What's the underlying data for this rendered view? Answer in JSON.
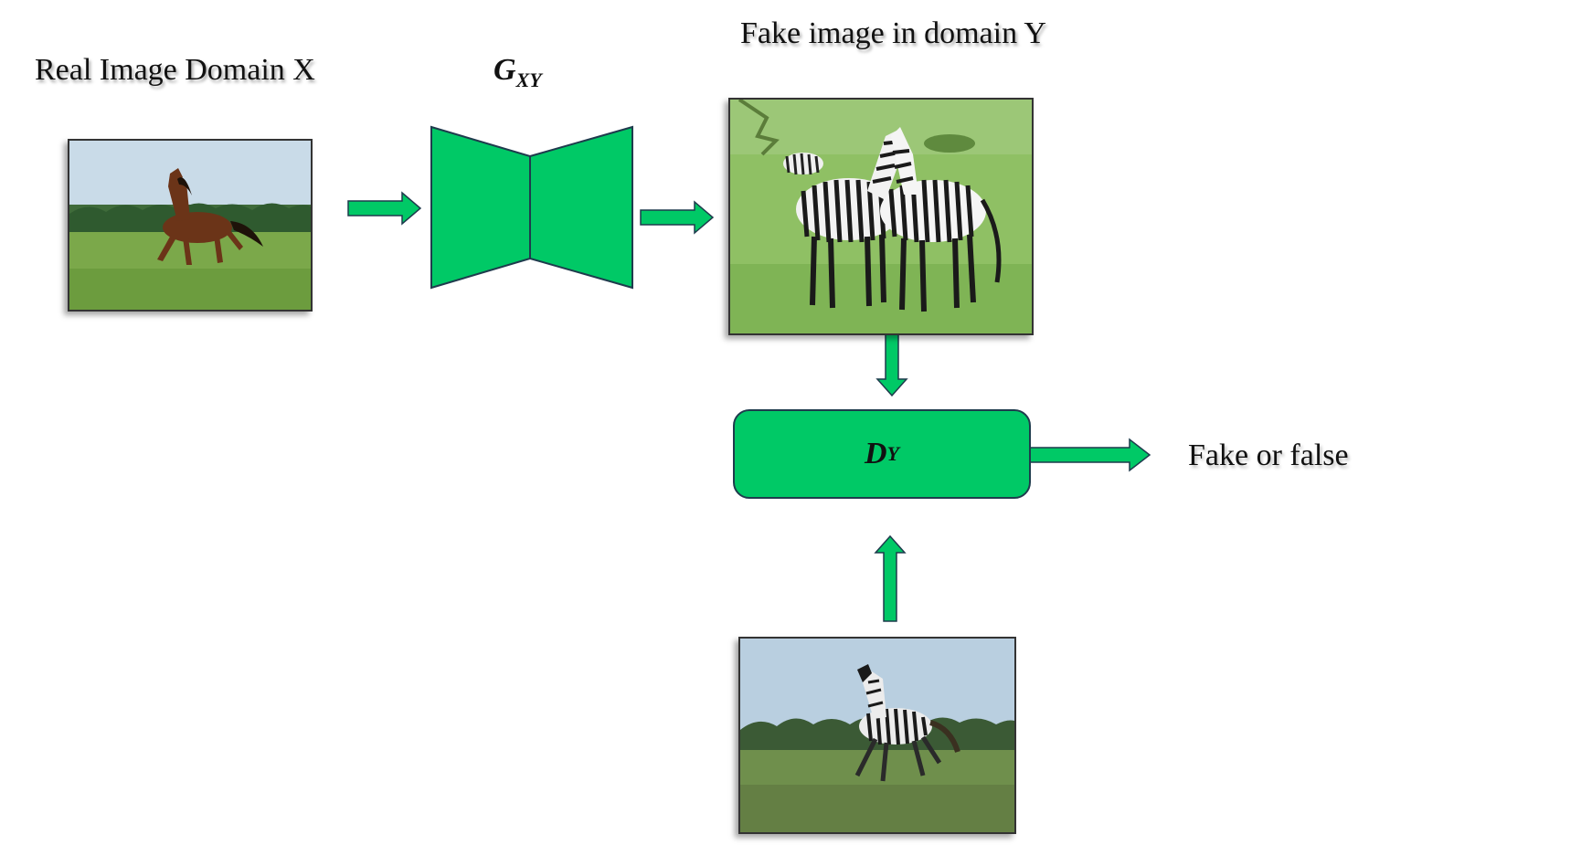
{
  "labels": {
    "real_image": "Real Image  Domain X",
    "fake_image": "Fake image in domain Y",
    "output": "Fake or false"
  },
  "generator": {
    "symbol": "G",
    "subscript": "XY"
  },
  "discriminator": {
    "symbol": "D",
    "subscript": "Y"
  },
  "colors": {
    "accent_green": "#00c966",
    "outline": "#1f3b4d"
  }
}
